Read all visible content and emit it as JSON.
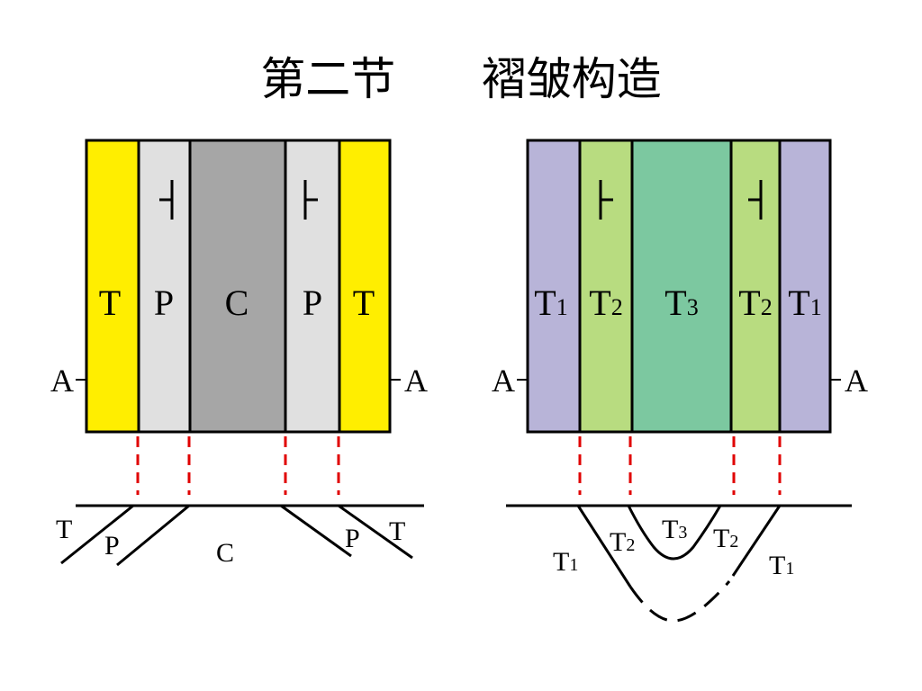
{
  "title": "第二节      褶皱构造",
  "left_map": {
    "bands": [
      {
        "label": "T",
        "color": "#ffee00"
      },
      {
        "label": "P",
        "color": "#e0e0e0"
      },
      {
        "label": "C",
        "color": "#a6a6a6"
      },
      {
        "label": "P",
        "color": "#e0e0e0"
      },
      {
        "label": "T",
        "color": "#ffee00"
      }
    ],
    "section_label_left": "A",
    "section_label_right": "A"
  },
  "right_map": {
    "bands": [
      {
        "label": "T",
        "sub": "1",
        "color": "#b8b4d8"
      },
      {
        "label": "T",
        "sub": "2",
        "color": "#b8dc80"
      },
      {
        "label": "T",
        "sub": "3",
        "color": "#7cc8a0"
      },
      {
        "label": "T",
        "sub": "2",
        "color": "#b8dc80"
      },
      {
        "label": "T",
        "sub": "1",
        "color": "#b8b4d8"
      }
    ],
    "section_label_left": "A",
    "section_label_right": "A"
  },
  "left_section": {
    "labels": [
      "T",
      "P",
      "C",
      "P",
      "T"
    ]
  },
  "right_section": {
    "labels": [
      {
        "label": "T",
        "sub": "1"
      },
      {
        "label": "T",
        "sub": "2"
      },
      {
        "label": "T",
        "sub": "3"
      },
      {
        "label": "T",
        "sub": "2"
      },
      {
        "label": "T",
        "sub": "1"
      }
    ]
  },
  "colors": {
    "outline": "#000000",
    "section_line": "#e00000"
  }
}
